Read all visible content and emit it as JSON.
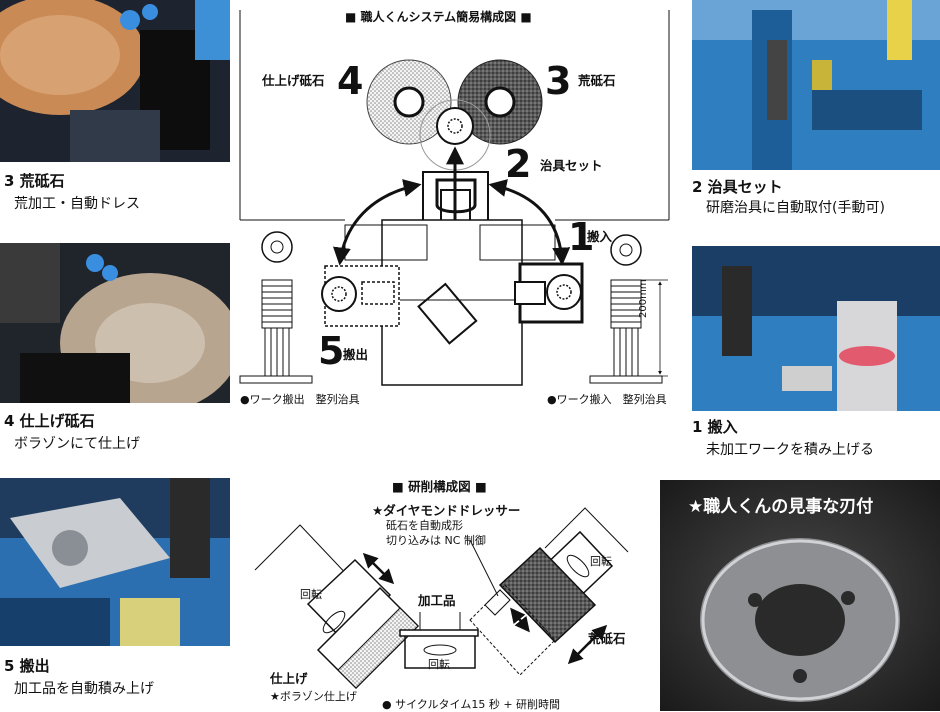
{
  "main_diagram": {
    "title": "■ 職人くんシステム簡易構成図 ■",
    "finish_label": "仕上げ砥石",
    "finish_num": "4",
    "rough_label": "荒砥石",
    "rough_num": "3",
    "jig_num": "2",
    "jig_label": "治具セット",
    "carry_in_num": "1",
    "carry_in_label": "搬入",
    "carry_out_num": "5",
    "carry_out_label": "搬出",
    "height_label": "200mm",
    "left_bottom_label": "●ワーク搬出　整列治具",
    "right_bottom_label": "●ワーク搬入　整列治具"
  },
  "grind_diagram": {
    "title": "■ 研削構成図 ■",
    "dresser_title": "★ダイヤモンドドレッサー",
    "dresser_line1": "砥石を自動成形",
    "dresser_line2": "切り込みは NC 制御",
    "rotation_left": "回転",
    "rotation_right": "回転",
    "rotation_bottom": "回転",
    "workpiece": "加工品",
    "rough_stone": "荒砥石",
    "finish": "仕上げ",
    "borazon": "★ボラゾン仕上げ",
    "cycle_time": "● サイクルタイム15 秒 + 研削時間"
  },
  "captions": {
    "p3_title": "3 荒砥石",
    "p3_sub": "荒加工・自動ドレス",
    "p4_title": "4 仕上げ砥石",
    "p4_sub": "ボラゾンにて仕上げ",
    "p5_title": "5 搬出",
    "p5_sub": "加工品を自動積み上げ",
    "p2_title": "2 治具セット",
    "p2_sub": "研磨治具に自動取付(手動可)",
    "p1_title": "1 搬入",
    "p1_sub": "未加工ワークを積み上げる",
    "blade_title": "★職人くんの見事な刃付"
  },
  "colors": {
    "machine_blue": "#2f7fc0",
    "dark": "#1a1a1a",
    "copper": "#c98a55"
  }
}
